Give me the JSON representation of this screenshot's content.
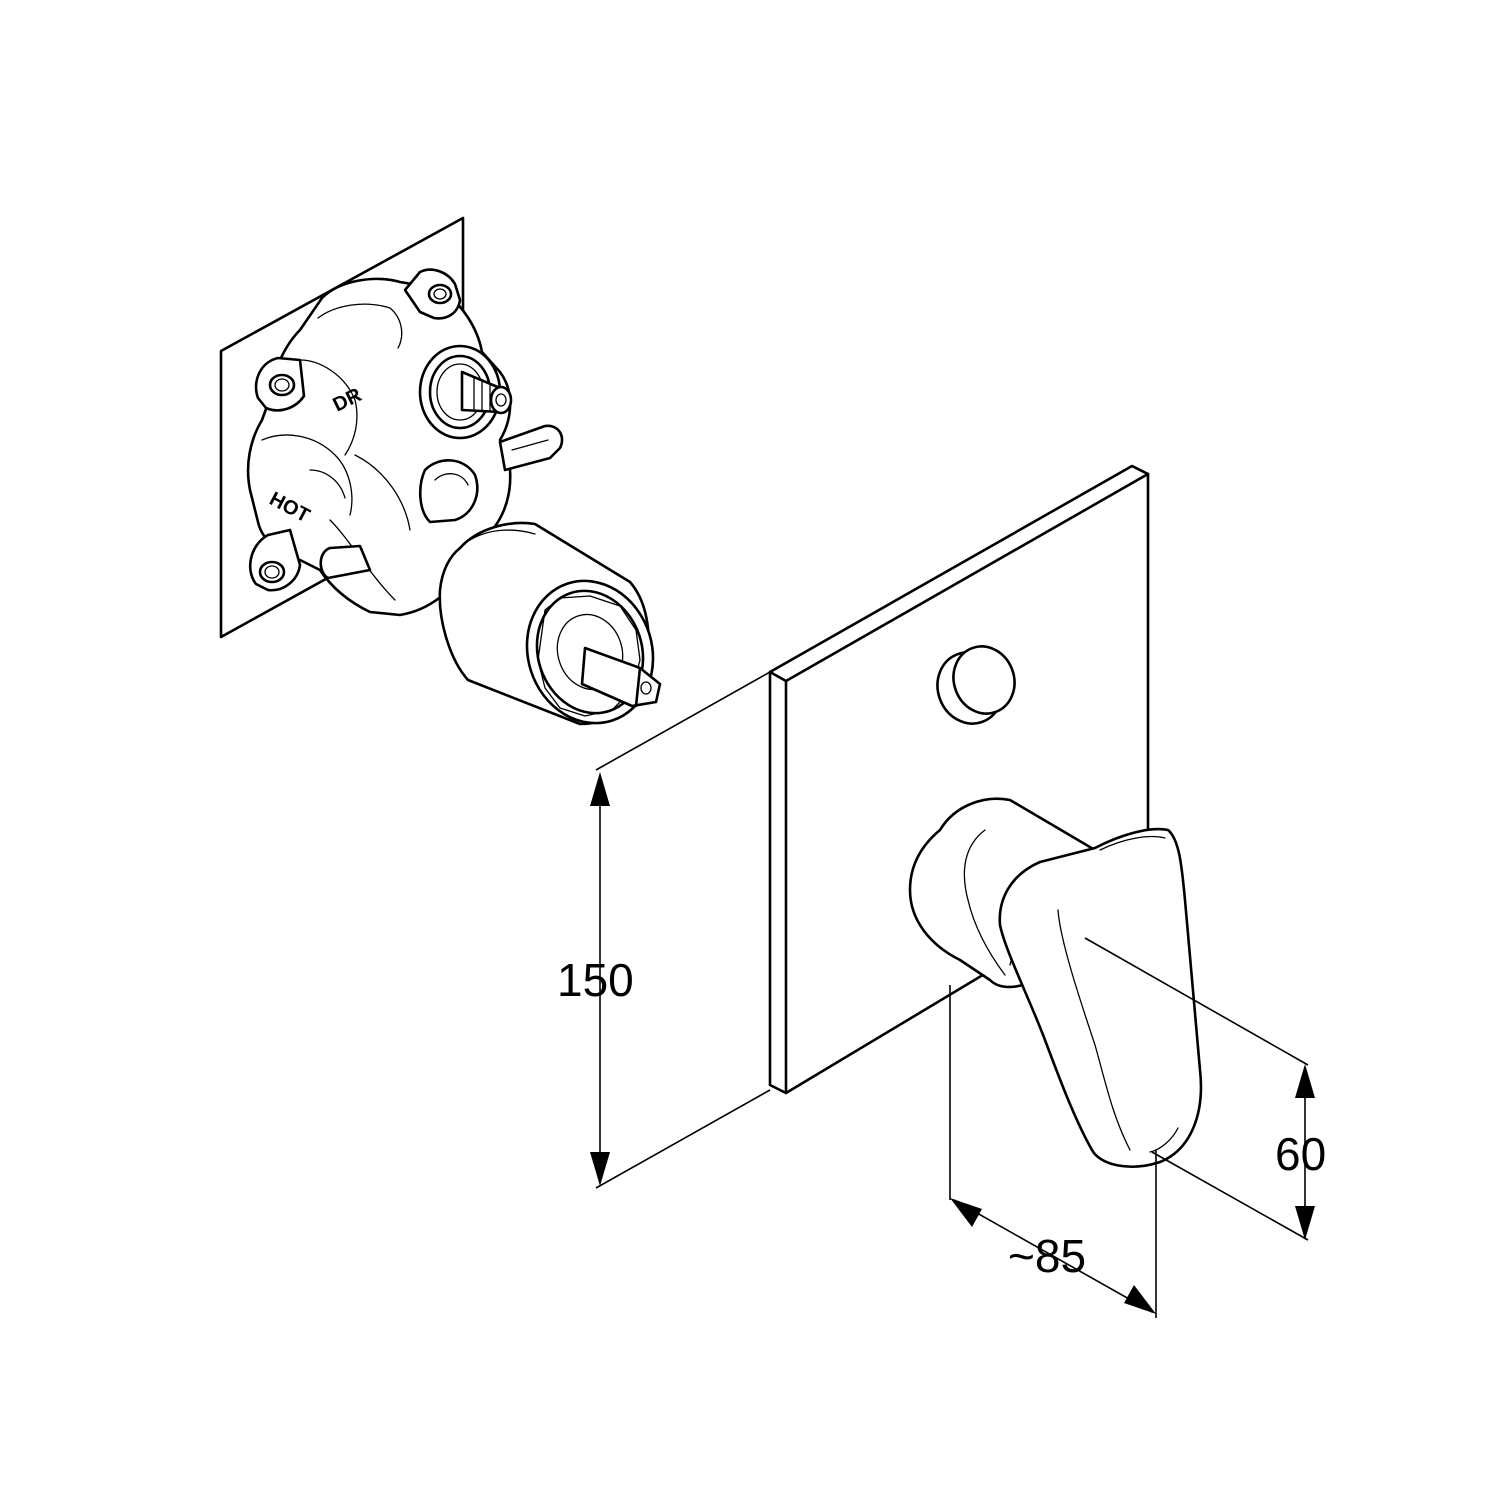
{
  "body_labels": {
    "dr": "DR",
    "hot": "HOT"
  },
  "dimensions": {
    "height": "150",
    "depth": "~85",
    "handle_height": "60"
  }
}
